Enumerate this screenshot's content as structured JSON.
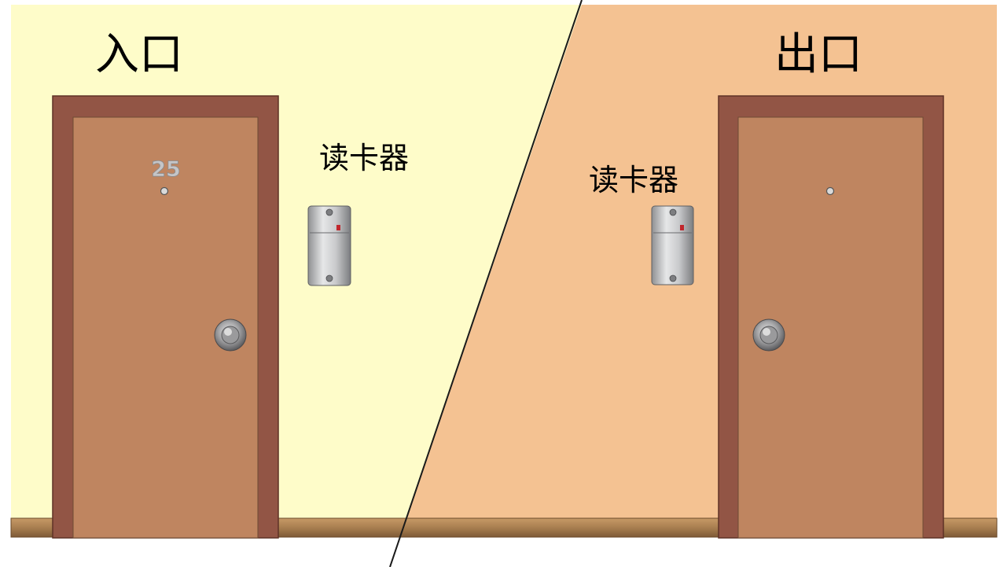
{
  "scene": {
    "top_caption": "",
    "entrance": {
      "title": "入口",
      "reader_label": "读卡器",
      "door_number": "25",
      "wall_color": "#fefcc9"
    },
    "exit": {
      "title": "出口",
      "reader_label": "读卡器",
      "wall_color": "#f4c292"
    },
    "colors": {
      "door_frame": "#925545",
      "door_panel": "#bf8560",
      "baseboard": "#a87e50",
      "divider": "#1a1a1a"
    },
    "icons": {
      "door": "door-icon",
      "door_knob": "door-knob-icon",
      "peephole": "peephole-icon",
      "card_reader": "card-reader-icon"
    }
  }
}
